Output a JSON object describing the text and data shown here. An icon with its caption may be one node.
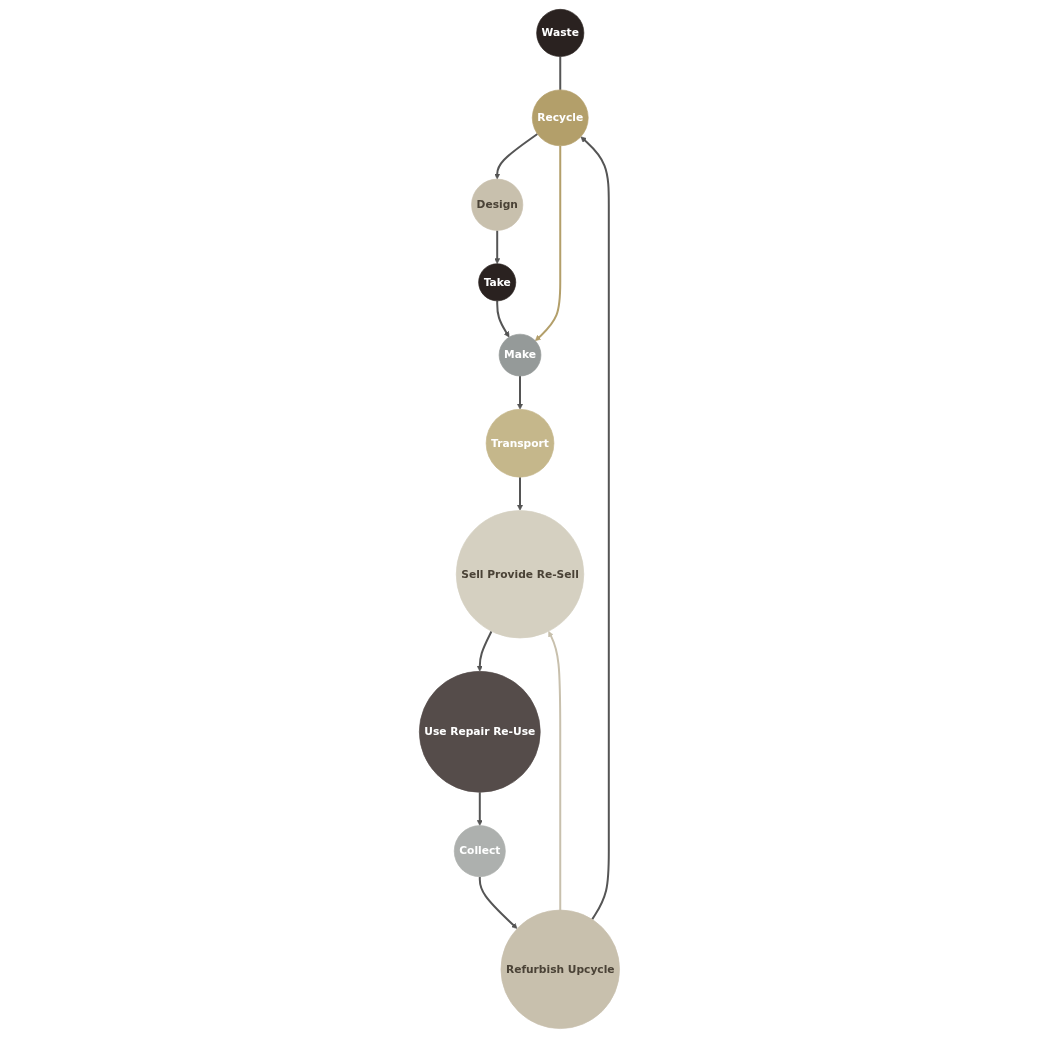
{
  "diagram": {
    "nodes": [
      {
        "text": [
          "Waste"
        ]
      },
      {
        "text": [
          "Recycle"
        ]
      },
      {
        "text": [
          "Design"
        ]
      },
      {
        "text": [
          "Refurbish Upcycle"
        ]
      },
      {
        "text": [
          "Take"
        ]
      },
      {
        "text": [
          "Collect"
        ]
      },
      {
        "text": [
          "Make"
        ]
      },
      {
        "text": [
          "Use Repair Re-Use"
        ]
      },
      {
        "text": [
          "Transport"
        ]
      },
      {
        "text": [
          "Sell Provide Re-Sell"
        ]
      }
    ],
    "edges": [
      {
        "from": 1,
        "to": 2,
        "arrow": "to"
      },
      {
        "from": 2,
        "to": 4,
        "arrow": "to"
      },
      {
        "from": 4,
        "to": 6,
        "arrow": "to"
      },
      {
        "from": 6,
        "to": 8,
        "arrow": "to"
      },
      {
        "from": 8,
        "to": 9,
        "arrow": "to"
      },
      {
        "from": 9,
        "to": 7,
        "arrow": "to"
      },
      {
        "from": 7,
        "to": 5,
        "arrow": "to"
      },
      {
        "from": 5,
        "to": 3,
        "arrow": "to"
      },
      {
        "from": 3,
        "to": 1,
        "arrow": "to"
      },
      {
        "from": 0,
        "to": 1,
        "arrow": "none"
      },
      {
        "from": 1,
        "to": 6,
        "arrow": "to",
        "color": "#b39f6a"
      },
      {
        "from": 3,
        "to": 9,
        "arrow": "to",
        "color": "#c8c0ad"
      }
    ]
  }
}
